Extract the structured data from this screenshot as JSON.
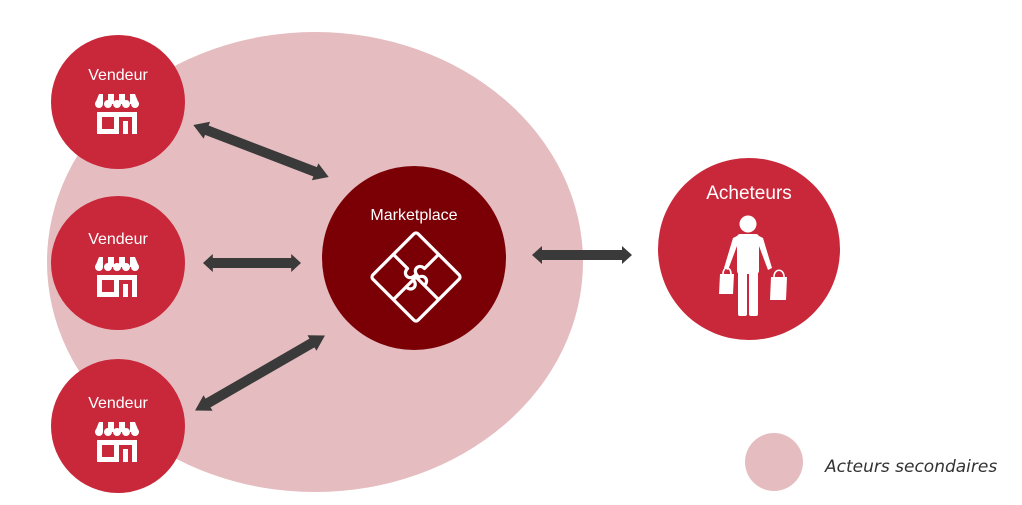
{
  "nodes": {
    "seller_1": {
      "label": "Vendeur"
    },
    "seller_2": {
      "label": "Vendeur"
    },
    "seller_3": {
      "label": "Vendeur"
    },
    "marketplace": {
      "label": "Marketplace"
    },
    "buyers": {
      "label": "Acheteurs"
    }
  },
  "legend": {
    "label": "Acteurs secondaires"
  },
  "colors": {
    "secondary_actors": "#e5bcbf",
    "seller": "#c9283a",
    "marketplace": "#7b0006",
    "buyers": "#c9283a",
    "arrow": "#3a3a3a"
  }
}
